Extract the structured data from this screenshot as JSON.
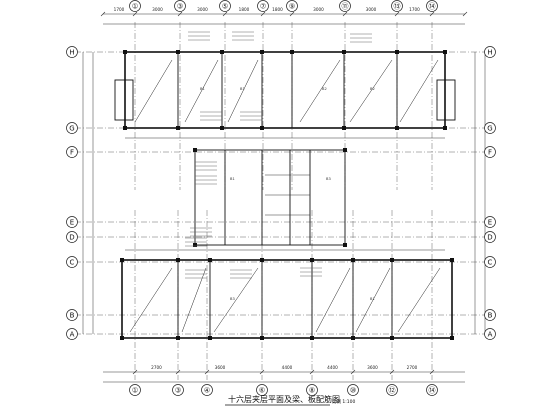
{
  "title": "十六层夹层平面及梁、板配筋图",
  "scale": "比例 1:100",
  "top_axes": [
    "①",
    "③",
    "⑤",
    "⑦",
    "⑨",
    "⑪",
    "⑬",
    "⑭"
  ],
  "bottom_axes": [
    "①",
    "③",
    "④",
    "⑥",
    "⑧",
    "⑩",
    "⑫",
    "⑭"
  ],
  "left_axes": [
    "H",
    "G",
    "F",
    "E",
    "D",
    "C",
    "B",
    "A"
  ],
  "right_axes": [
    "H",
    "G",
    "F",
    "E",
    "D",
    "C",
    "B",
    "A"
  ],
  "top_dims": [
    "1700",
    "3000",
    "3000",
    "1800",
    "1800",
    "3000",
    "3000",
    "1700"
  ],
  "bottom_dims": [
    "2700",
    "3600",
    "4400",
    "4400",
    "3600",
    "2700"
  ],
  "slab_labels": [
    "B1",
    "B1",
    "B2",
    "B2",
    "B1",
    "B3",
    "B3",
    "B1"
  ]
}
